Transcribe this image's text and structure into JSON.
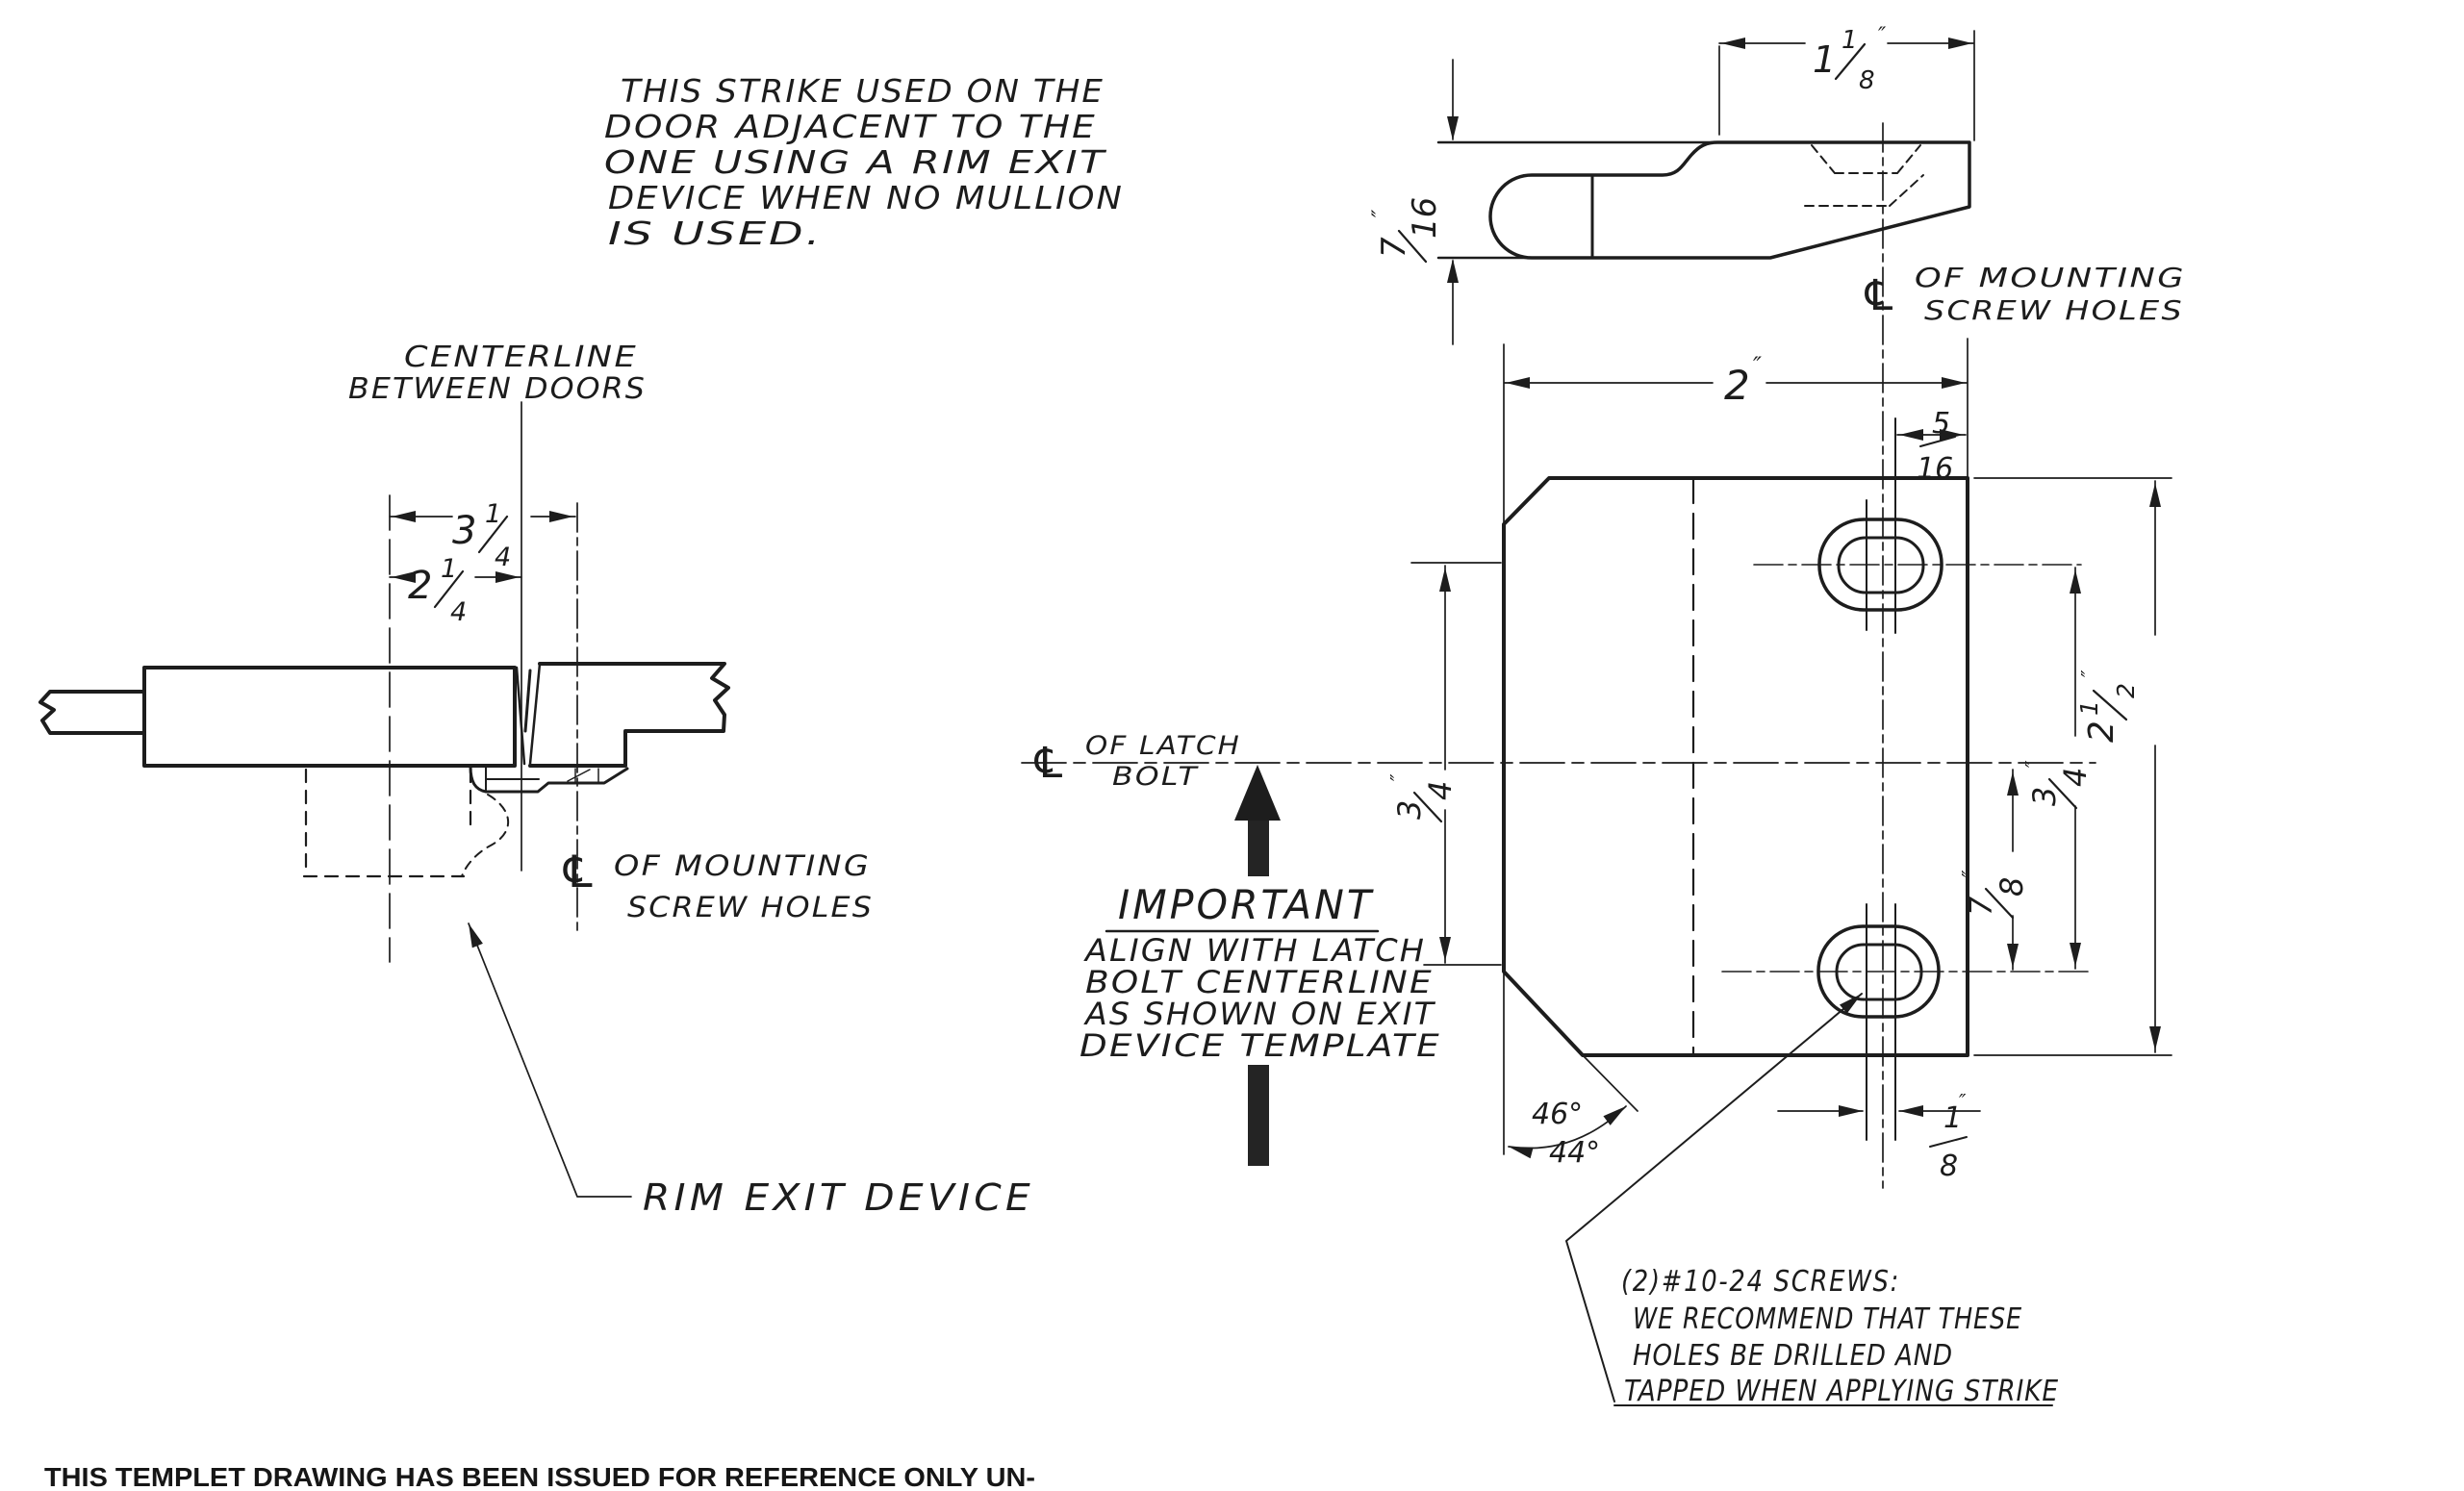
{
  "colors": {
    "ink": "#1c1c1c",
    "paper": "#ffffff"
  },
  "top_note": {
    "line1": "THIS STRIKE USED ON THE",
    "line2": "DOOR ADJACENT TO THE",
    "line3": "ONE USING A  RIM  EXIT",
    "line4": "DEVICE WHEN NO MULLION",
    "line5": "IS USED."
  },
  "left_view": {
    "centerline_label": {
      "line1": "CENTERLINE",
      "line2": "BETWEEN DOORS"
    },
    "mounting_label": {
      "symbol": "℄",
      "line1": "OF MOUNTING",
      "line2": "SCREW HOLES"
    },
    "rim_label": "RIM EXIT DEVICE",
    "dims": {
      "outer": {
        "whole": "3",
        "num": "1",
        "den": "4"
      },
      "inner": {
        "whole": "2",
        "num": "1",
        "den": "4"
      }
    }
  },
  "side_view": {
    "dims": {
      "length": {
        "whole": "1",
        "num": "1",
        "den": "8",
        "unit": "″"
      },
      "thickness": {
        "num": "7",
        "den": "16",
        "unit": "″"
      }
    }
  },
  "plate_view": {
    "mounting_label": {
      "symbol": "℄",
      "line1": "OF MOUNTING",
      "line2": "SCREW HOLES"
    },
    "latch_label": {
      "symbol": "℄",
      "line1": "OF LATCH",
      "line2": "BOLT"
    },
    "important": {
      "title": "IMPORTANT",
      "line1": "ALIGN WITH LATCH",
      "line2": "BOLT CENTERLINE",
      "line3": "AS SHOWN ON EXIT",
      "line4": "DEVICE TEMPLATE"
    },
    "screw_note": {
      "line1": "(2)#10-24 SCREWS:",
      "line2": "WE RECOMMEND THAT THESE",
      "line3": "HOLES BE DRILLED AND",
      "line4": "TAPPED WHEN APPLYING STRIKE"
    },
    "dims": {
      "width": {
        "whole": "2",
        "unit": "″"
      },
      "edge_offset": {
        "num": "5",
        "den": "16"
      },
      "hole_span_left": {
        "num": "3",
        "den": "4",
        "unit": "″"
      },
      "hole_span_right": {
        "num": "3",
        "den": "4",
        "unit": "″"
      },
      "latch_to_hole": {
        "num": "7",
        "den": "8",
        "unit": "″"
      },
      "height": {
        "whole": "2",
        "num": "1",
        "den": "2",
        "unit": "″"
      },
      "cl_offset": {
        "num": "1",
        "den": "8",
        "unit": "″"
      },
      "angle_upper": "46°",
      "angle_lower": "44°"
    }
  },
  "footer": {
    "text": "THIS TEMPLET DRAWING HAS BEEN ISSUED FOR REFERENCE ONLY UN-"
  }
}
